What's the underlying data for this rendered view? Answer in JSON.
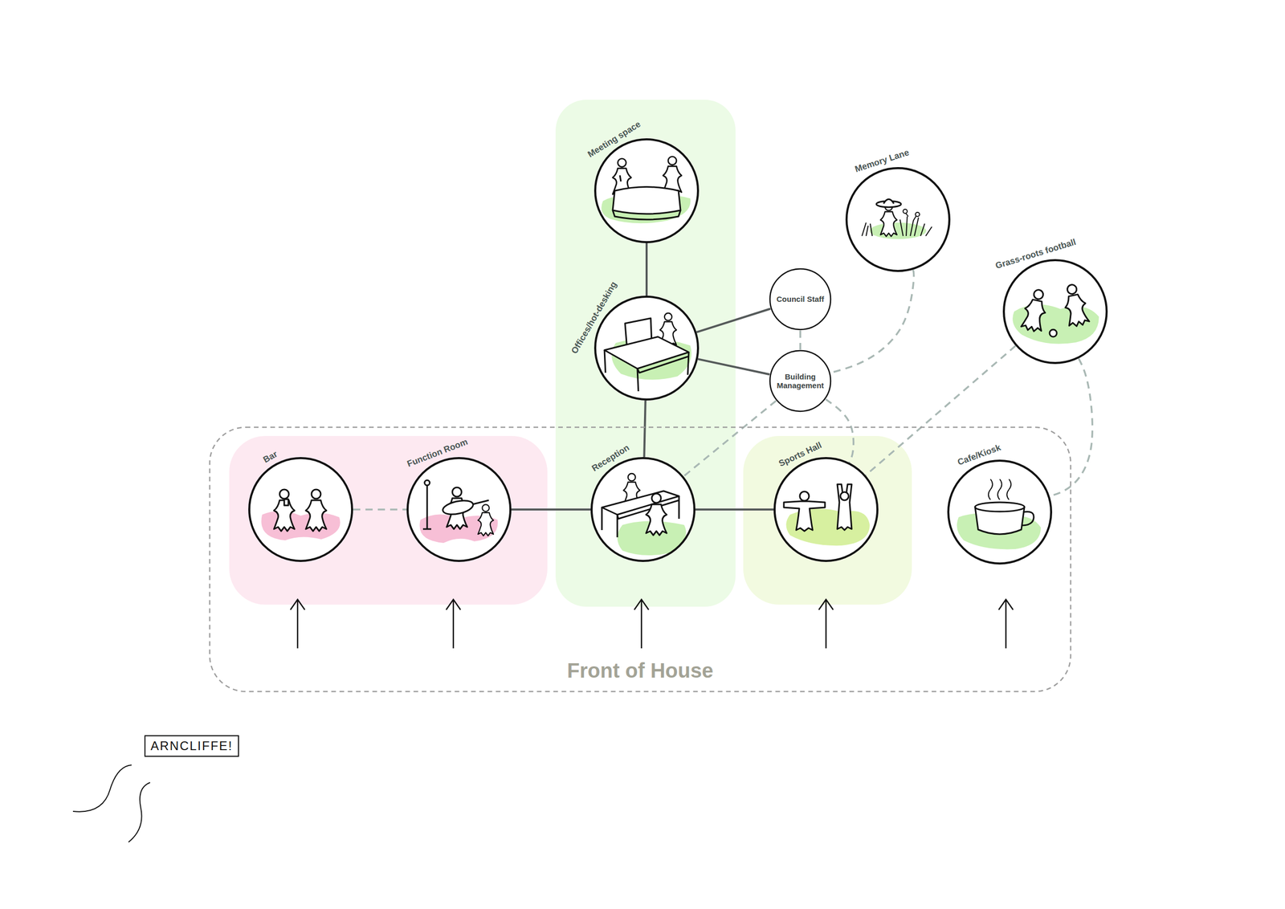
{
  "diagram": {
    "nodes": [
      {
        "text": [
          "Meeting space"
        ]
      },
      {
        "text": [
          "Memory Lane"
        ]
      },
      {
        "text": [
          "Council Staff"
        ]
      },
      {
        "text": [
          "Offices/hot-desking"
        ]
      },
      {
        "text": [
          "Grass-roots football"
        ]
      },
      {
        "text": [
          "Building Management"
        ]
      },
      {
        "text": [
          "Front of House"
        ]
      },
      {
        "text": [
          "Bar"
        ],
        "in": 6
      },
      {
        "text": [
          "Function Room"
        ],
        "in": 6
      },
      {
        "text": [
          "Reception"
        ],
        "in": 6
      },
      {
        "text": [
          "Sports Hall"
        ],
        "in": 6
      },
      {
        "text": [
          "Cafe/Kiosk"
        ],
        "in": 6
      },
      {
        "text": [
          "ARNCLIFFE!"
        ]
      }
    ],
    "edges": [
      {
        "from": 0,
        "to": 3,
        "arrow": "none"
      },
      {
        "from": 3,
        "to": 2,
        "arrow": "none"
      },
      {
        "from": 3,
        "to": 5,
        "arrow": "none"
      },
      {
        "from": 2,
        "to": 5,
        "arrow": "none"
      },
      {
        "from": 1,
        "to": 5,
        "arrow": "none"
      },
      {
        "from": 4,
        "to": 10,
        "arrow": "none"
      },
      {
        "from": 4,
        "to": 11,
        "arrow": "none"
      },
      {
        "from": 3,
        "to": 9,
        "arrow": "none"
      },
      {
        "from": 5,
        "to": 9,
        "arrow": "none"
      },
      {
        "from": 5,
        "to": 10,
        "arrow": "none"
      },
      {
        "from": 7,
        "to": 8,
        "arrow": "none"
      },
      {
        "from": 8,
        "to": 9,
        "arrow": "none"
      },
      {
        "from": 9,
        "to": 10,
        "arrow": "none"
      }
    ]
  }
}
